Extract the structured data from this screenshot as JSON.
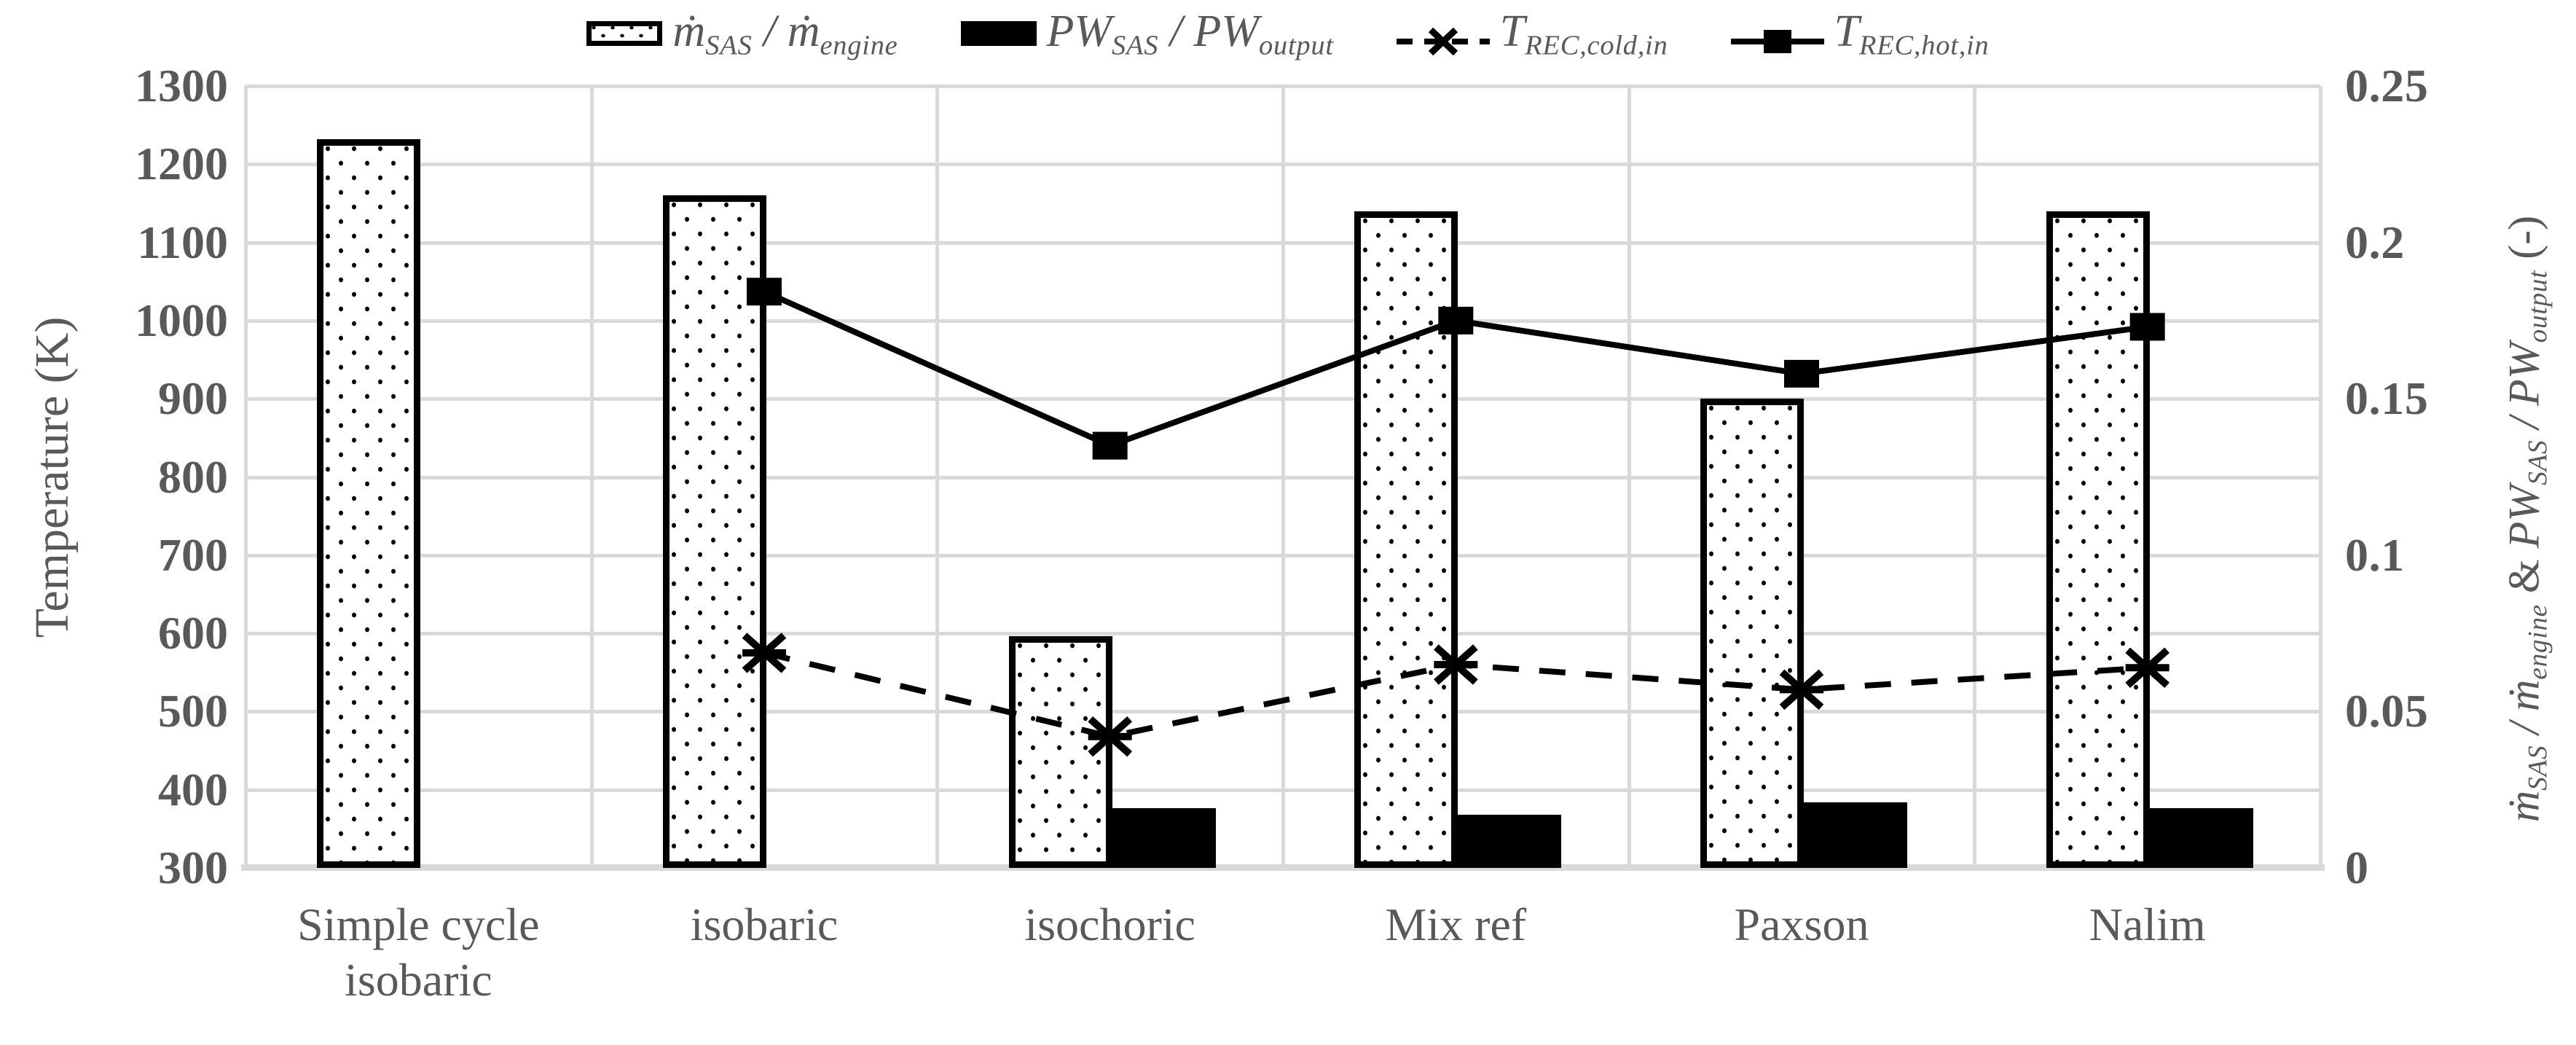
{
  "colors": {
    "black": "#000000",
    "text_gray": "#595959",
    "gridline_gray": "#d9d9d9",
    "background": "#ffffff"
  },
  "left_axis": {
    "title": "Temperature (K)",
    "min": 300,
    "max": 1300,
    "step": 100,
    "ticks": [
      "1300",
      "1200",
      "1100",
      "1000",
      "900",
      "800",
      "700",
      "600",
      "500",
      "400",
      "300"
    ]
  },
  "right_axis": {
    "title_parts": [
      [
        "i",
        "ṁ"
      ],
      [
        "sub",
        "SAS"
      ],
      [
        "i",
        " / ṁ"
      ],
      [
        "sub",
        "engine"
      ],
      [
        "n",
        " & "
      ],
      [
        "i",
        "PW"
      ],
      [
        "sub",
        "SAS"
      ],
      [
        "i",
        " / PW"
      ],
      [
        "sub",
        "output"
      ],
      [
        "n",
        " (-)"
      ]
    ],
    "min": 0,
    "max": 0.25,
    "step": 0.05,
    "ticks": [
      "0.25",
      "0.2",
      "0.15",
      "0.1",
      "0.05",
      "0"
    ]
  },
  "chart_data": {
    "type": "bar+line combo, dual axis",
    "grid": "horizontal and vertical light-gray gridlines",
    "legend_position": "top center",
    "categories": [
      "Simple cycle isobaric",
      "isobaric",
      "isochoric",
      "Mix ref",
      "Paxson",
      "Nalim"
    ],
    "left_axis_range": [
      300,
      1300
    ],
    "right_axis_range": [
      0,
      0.25
    ],
    "series": [
      {
        "id": "m_ratio",
        "axis": "right",
        "type": "bar",
        "style": "dotted-pattern-bar",
        "name_parts": [
          [
            "i",
            "ṁ"
          ],
          [
            "sub",
            "SAS"
          ],
          [
            "i",
            " / ṁ"
          ],
          [
            "sub",
            "engine"
          ]
        ],
        "values": [
          0.233,
          0.215,
          0.074,
          0.21,
          0.15,
          0.21
        ]
      },
      {
        "id": "pw_ratio",
        "axis": "right",
        "type": "bar",
        "style": "solid-black-bar",
        "name_parts": [
          [
            "i",
            "PW"
          ],
          [
            "sub",
            "SAS"
          ],
          [
            "i",
            " / PW"
          ],
          [
            "sub",
            "output"
          ]
        ],
        "values": [
          null,
          null,
          0.019,
          0.017,
          0.021,
          0.019
        ]
      },
      {
        "id": "t_rec_cold_in",
        "axis": "left",
        "type": "line",
        "style": "dashed-x-marker",
        "name_parts": [
          [
            "i",
            "T"
          ],
          [
            "sub",
            "REC,cold,in"
          ]
        ],
        "values": [
          null,
          575,
          468,
          560,
          528,
          556
        ]
      },
      {
        "id": "t_rec_hot_in",
        "axis": "left",
        "type": "line",
        "style": "solid-square-marker",
        "name_parts": [
          [
            "i",
            "T"
          ],
          [
            "sub",
            "REC,hot,in"
          ]
        ],
        "values": [
          null,
          1037,
          840,
          1000,
          932,
          992
        ]
      }
    ]
  }
}
